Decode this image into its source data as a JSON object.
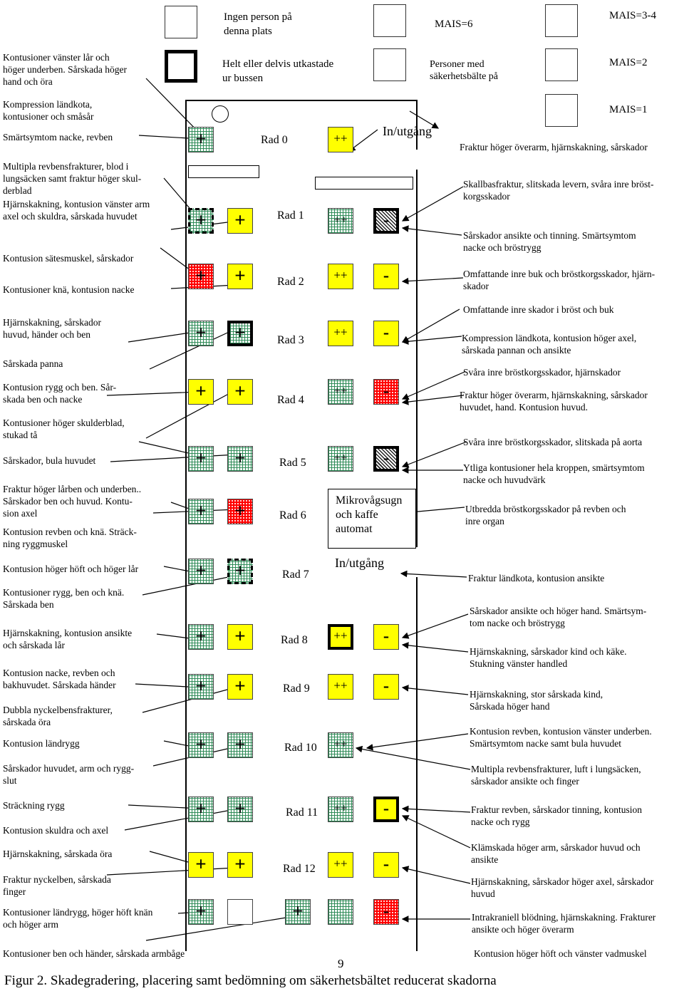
{
  "legend": {
    "empty": "Ingen person på\ndenna plats",
    "ejected": "Helt eller delvis utkastade\nur bussen",
    "belted": "Personer med\nsäkerhetsbälte på",
    "mais6": "MAIS=6",
    "mais34": "MAIS=3-4",
    "mais2": "MAIS=2",
    "mais1": "MAIS=1"
  },
  "rows": [
    "Rad 0",
    "Rad 1",
    "Rad 2",
    "Rad 3",
    "Rad 4",
    "Rad 5",
    "Rad 6",
    "Rad 7",
    "Rad 8",
    "Rad 9",
    "Rad 10",
    "Rad 11",
    "Rad 12"
  ],
  "door_top": "In/utgång",
  "door_mid": "In/utgång",
  "microwave": "Mikrovågsugn\noch kaffe\nautomat",
  "marks": {
    "plus": "+",
    "double": "++",
    "minus": "-"
  },
  "left_notes": [
    "Kontusioner vänster lår och\nhöger underben. Sårskada höger\nhand och öra",
    "Kompression ländkota,\nkontusioner och småsår",
    "Smärtsymtom nacke, revben",
    "Multipla revbensfrakturer, blod i\nlungsäcken samt fraktur höger skul-\nderblad",
    "Hjärnskakning, kontusion vänster arm\naxel och skuldra, sårskada huvudet",
    "Kontusion sätesmuskel, sårskador",
    "Kontusioner knä, kontusion nacke",
    "Hjärnskakning, sårskador\nhuvud, händer och ben",
    "Sårskada panna",
    "Kontusion rygg och ben. Sår-\nskada ben och nacke",
    "Kontusioner höger skulderblad,\nstukad tå",
    "Sårskador, bula huvudet",
    "Fraktur höger lårben och underben..\nSårskador ben och huvud. Kontu-\nsion axel",
    "Kontusion revben och knä. Sträck-\nning ryggmuskel",
    "Kontusion höger höft och höger lår",
    "Kontusioner rygg, ben och knä.\nSårskada ben",
    "Hjärnskakning, kontusion ansikte\noch sårskada lår",
    "Kontusion nacke, revben och\nbakhuvudet. Sårskada händer",
    "Dubbla nyckelbensfrakturer,\nsårskada öra",
    "Kontusion ländrygg",
    "Sårskador huvudet, arm och rygg-\nslut",
    "Sträckning rygg",
    "Kontusion skuldra och axel",
    "Hjärnskakning, sårskada öra",
    "Fraktur nyckelben, sårskada\nfinger",
    "Kontusioner ländrygg, höger höft knän\noch höger arm",
    "Kontusioner ben och händer, sårskada armbåge"
  ],
  "right_notes": [
    "Fraktur höger överarm, hjärnskakning, sårskador",
    "Skallbasfraktur, slitskada levern, svåra inre bröst-\nkorgsskador",
    "Sårskador ansikte och tinning. Smärtsymtom\nnacke och bröstrygg",
    "Omfattande inre buk och bröstkorgsskador, hjärn-\nskador",
    "Omfattande inre skador i bröst och buk",
    "Kompression ländkota, kontusion höger axel,\nsårskada pannan och ansikte",
    "Svåra inre bröstkorgsskador, hjärnskador",
    "Fraktur höger överarm, hjärnskakning, sårskador\nhuvudet, hand. Kontusion huvud.",
    "Svåra inre bröstkorgsskador, slitskada på aorta",
    "Ytliga kontusioner hela kroppen, smärtsymtom\nnacke och huvudvärk",
    "Utbredda bröstkorgsskador på revben och\ninre organ",
    "Fraktur ländkota, kontusion ansikte",
    "Sårskador ansikte och höger hand. Smärtsym-\ntom nacke och bröstrygg",
    "Hjärnskakning, sårskador kind och käke.\nStukning vänster handled",
    "Hjärnskakning, stor sårskada kind,\nSårskada höger hand",
    "Kontusion revben, kontusion vänster underben.\nSmärtsymtom nacke samt bula huvudet",
    "Multipla revbensfrakturer, luft i lungsäcken,\nsårskador ansikte och finger",
    "Fraktur revben, sårskador tinning, kontusion\nnacke och rygg",
    "Klämskada höger arm, sårskador huvud och\nansikte",
    "Hjärnskakning, sårskador höger axel, sårskador\nhuvud",
    "Intrakraniell blödning, hjärnskakning. Frakturer\nansikte och höger överarm",
    "Kontusion höger höft och vänster vadmuskel"
  ],
  "page_number": "9",
  "caption": "Figur 2. Skadegradering, placering samt bedömning om säkerhetsbältet reducerat skadorna"
}
